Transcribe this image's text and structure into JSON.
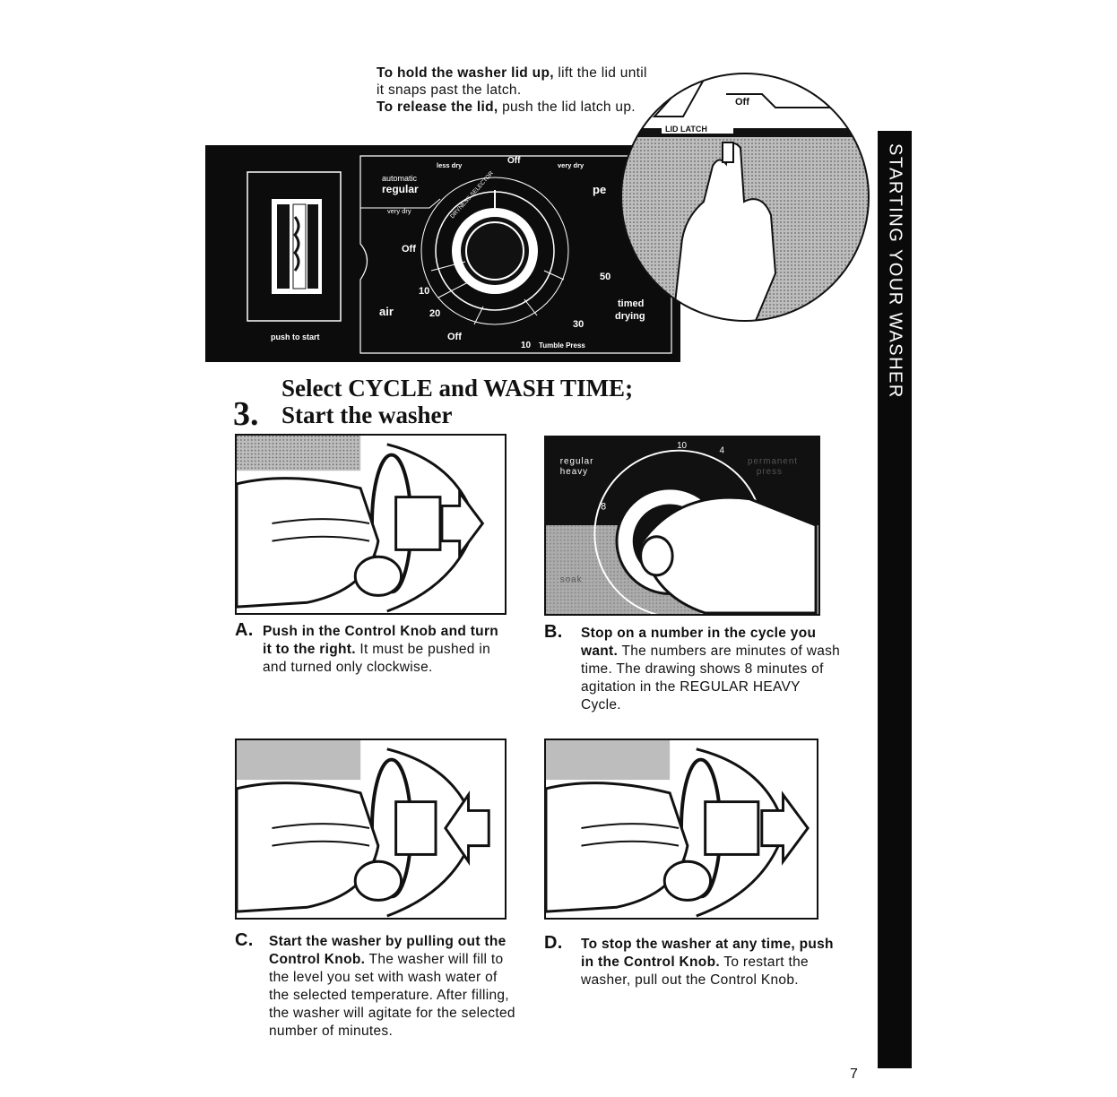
{
  "lid_note": {
    "hold_bold": "To hold the washer lid up,",
    "hold_rest": " lift the lid until it snaps past the latch.",
    "release_bold": "To release the lid,",
    "release_rest": " push the lid latch up."
  },
  "panel": {
    "push_to_start": "push to start",
    "less_dry": "less dry",
    "off_top": "Off",
    "very_dry_top": "very dry",
    "automatic": "automatic",
    "regular": "regular",
    "very_dry_left": "very dry",
    "dryness_selector": "DRYNESS SELECTOR",
    "perm_partial": "pe",
    "off_left": "Off",
    "ten_left": "10",
    "air": "air",
    "twenty": "20",
    "off_bottom": "Off",
    "ten_bottom": "10",
    "tumble_press": "Tumble Press",
    "thirty": "30",
    "fifty": "50",
    "timed_drying_1": "timed",
    "timed_drying_2": "drying"
  },
  "magnifier": {
    "off": "Off",
    "lid_latch": "LID LATCH"
  },
  "side_tab": "STARTING YOUR WASHER",
  "step": {
    "number": "3.",
    "line1": "Select CYCLE and WASH TIME;",
    "line2": "Start the washer"
  },
  "fig_b": {
    "regular": "regular",
    "heavy": "heavy",
    "permanent": "permanent",
    "press": "press",
    "soak": "soak",
    "n8": "8",
    "n4": "4",
    "n10": "10"
  },
  "captions": {
    "a": {
      "letter": "A.",
      "bold": "Push in the Control Knob and turn it to the right.",
      "rest": " It must be pushed in and turned only clockwise."
    },
    "b": {
      "letter": "B.",
      "bold": "Stop on a number in the cycle you want.",
      "rest": " The numbers are minutes of wash time. The drawing shows 8 minutes of agitation in the REGULAR HEAVY Cycle."
    },
    "c": {
      "letter": "C.",
      "bold": "Start the washer by pulling out the Control Knob.",
      "rest": " The washer will fill to the level you set with wash water of the selected temperature. After filling, the washer will agitate for the selected number of minutes."
    },
    "d": {
      "letter": "D.",
      "bold": "To stop the washer at any time, push in the Control Knob.",
      "rest": " To restart the washer, pull out the Control Knob."
    }
  },
  "page_number": "7",
  "colors": {
    "ink": "#111111",
    "paper": "#ffffff",
    "panel": "#0c0c0c",
    "screen_gray": "#9a9a9a"
  }
}
